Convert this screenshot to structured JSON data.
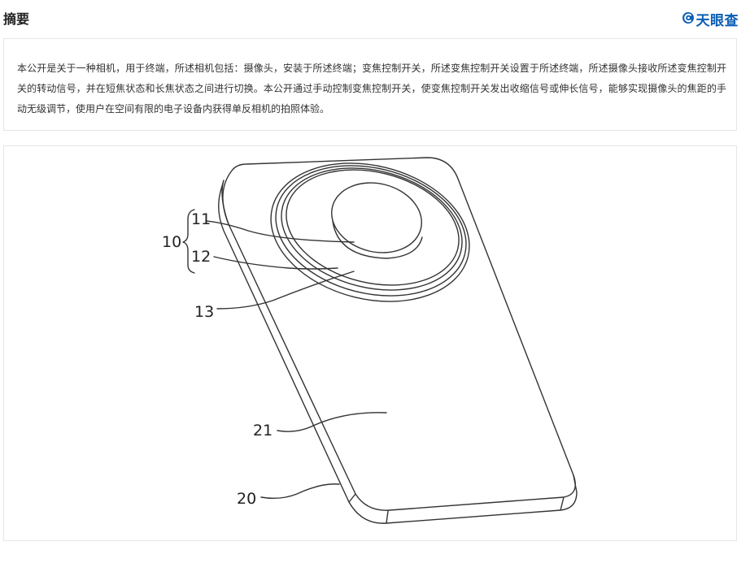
{
  "header": {
    "title": "摘要",
    "brand_name": "天眼查",
    "brand_icon": "tianyancha-logo-icon"
  },
  "abstract": {
    "text": "本公开是关于一种相机，用于终端，所述相机包括：摄像头，安装于所述终端；变焦控制开关，所述变焦控制开关设置于所述终端，所述摄像头接收所述变焦控制开关的转动信号，并在短焦状态和长焦状态之间进行切换。本公开通过手动控制变焦控制开关，使变焦控制开关发出收缩信号或伸长信号，能够实现摄像头的焦距的手动无级调节，使用户在空间有限的电子设备内获得单反相机的拍照体验。"
  },
  "drawing": {
    "labels": {
      "l10": "10",
      "l11": "11",
      "l12": "12",
      "l13": "13",
      "l21": "21",
      "l20": "20"
    },
    "line_color": "#333333"
  }
}
